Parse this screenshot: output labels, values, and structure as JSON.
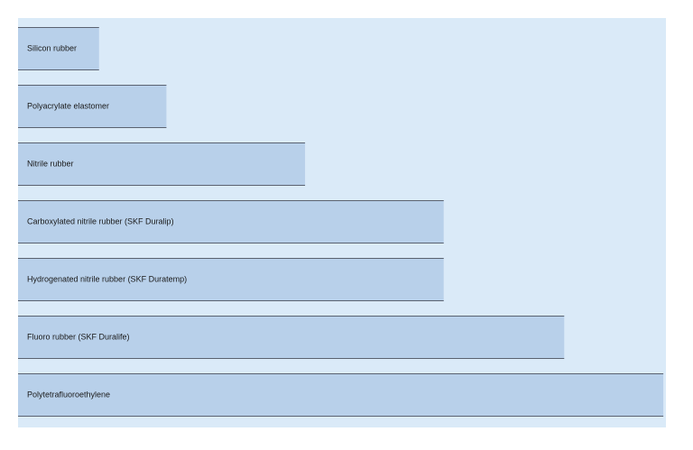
{
  "chart_data": {
    "type": "bar",
    "orientation": "horizontal",
    "categories": [
      "Silicon rubber",
      "Polyacrylate elastomer",
      "Nitrile rubber",
      "Carboxylated nitrile rubber (SKF Duralip)",
      "Hydrogenated nitrile rubber (SKF Duratemp)",
      "Fluoro rubber (SKF Duralife)",
      "Polytetrafluoroethylene"
    ],
    "values": [
      12.5,
      22.9,
      44.3,
      65.7,
      65.7,
      84.3,
      99.6
    ],
    "xlim": [
      0,
      100
    ],
    "title": "",
    "xlabel": "",
    "ylabel": "",
    "grid": false,
    "legend": "none",
    "colors": {
      "plot_background": "#daeaf8",
      "bar_fill": "#b8d0ea",
      "bar_edge": "#5a6270",
      "label_text": "#1a1a1a"
    }
  }
}
